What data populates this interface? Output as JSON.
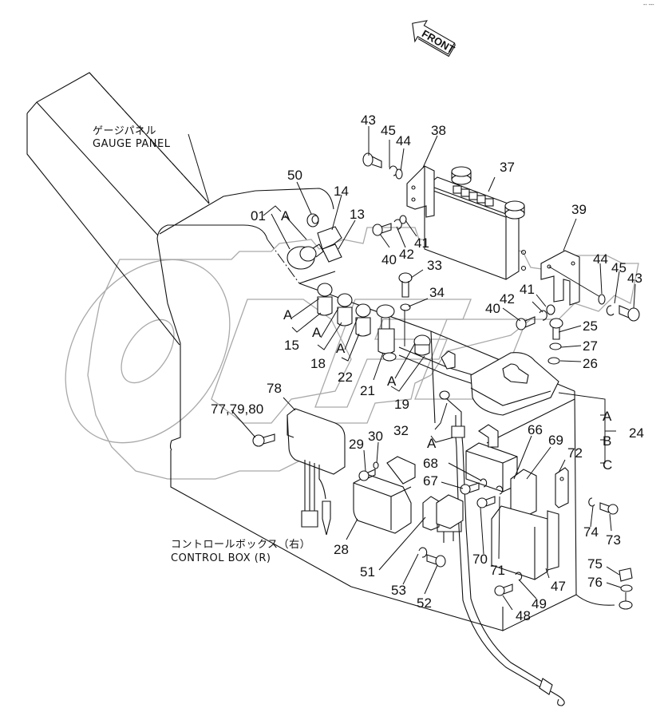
{
  "title": "Gauge Panel / Control Box (R) Electrical Parts Diagram",
  "orientation": {
    "label": "FRONT"
  },
  "watermark": {
    "text": "OPF",
    "color": "#a9a9a9"
  },
  "labels": {
    "gauge_panel_jp": "ゲージパネル",
    "gauge_panel_en": "GAUGE  PANEL",
    "control_box_jp": "コントロールボックス（右）",
    "control_box_en": "CONTROL  BOX (R)"
  },
  "corner_mark": "-- ---",
  "callouts": [
    {
      "id": "43a",
      "text": "43"
    },
    {
      "id": "45a",
      "text": "45"
    },
    {
      "id": "44a",
      "text": "44"
    },
    {
      "id": "38",
      "text": "38"
    },
    {
      "id": "37",
      "text": "37"
    },
    {
      "id": "50",
      "text": "50"
    },
    {
      "id": "14",
      "text": "14"
    },
    {
      "id": "01",
      "text": "01"
    },
    {
      "id": "A01",
      "text": "A"
    },
    {
      "id": "13",
      "text": "13"
    },
    {
      "id": "40a",
      "text": "40"
    },
    {
      "id": "42a",
      "text": "42"
    },
    {
      "id": "41a",
      "text": "41"
    },
    {
      "id": "39",
      "text": "39"
    },
    {
      "id": "44b",
      "text": "44"
    },
    {
      "id": "45b",
      "text": "45"
    },
    {
      "id": "43b",
      "text": "43"
    },
    {
      "id": "33",
      "text": "33"
    },
    {
      "id": "34",
      "text": "34"
    },
    {
      "id": "41b",
      "text": "41"
    },
    {
      "id": "42b",
      "text": "42"
    },
    {
      "id": "40b",
      "text": "40"
    },
    {
      "id": "25",
      "text": "25"
    },
    {
      "id": "27",
      "text": "27"
    },
    {
      "id": "26",
      "text": "26"
    },
    {
      "id": "A15",
      "text": "A"
    },
    {
      "id": "15",
      "text": "15"
    },
    {
      "id": "A18",
      "text": "A"
    },
    {
      "id": "18",
      "text": "18"
    },
    {
      "id": "A22",
      "text": "A"
    },
    {
      "id": "22",
      "text": "22"
    },
    {
      "id": "21",
      "text": "21"
    },
    {
      "id": "A19",
      "text": "A"
    },
    {
      "id": "19",
      "text": "19"
    },
    {
      "id": "78",
      "text": "78"
    },
    {
      "id": "77",
      "text": "77,79,80"
    },
    {
      "id": "32",
      "text": "32"
    },
    {
      "id": "A32",
      "text": "A"
    },
    {
      "id": "24A",
      "text": "A"
    },
    {
      "id": "24B",
      "text": "B"
    },
    {
      "id": "24C",
      "text": "C"
    },
    {
      "id": "24",
      "text": "24"
    },
    {
      "id": "66",
      "text": "66"
    },
    {
      "id": "69",
      "text": "69"
    },
    {
      "id": "72",
      "text": "72"
    },
    {
      "id": "29",
      "text": "29"
    },
    {
      "id": "30",
      "text": "30"
    },
    {
      "id": "68",
      "text": "68"
    },
    {
      "id": "67",
      "text": "67"
    },
    {
      "id": "74",
      "text": "74"
    },
    {
      "id": "73",
      "text": "73"
    },
    {
      "id": "70",
      "text": "70"
    },
    {
      "id": "71",
      "text": "71"
    },
    {
      "id": "28",
      "text": "28"
    },
    {
      "id": "51",
      "text": "51"
    },
    {
      "id": "47",
      "text": "47"
    },
    {
      "id": "75",
      "text": "75"
    },
    {
      "id": "76",
      "text": "76"
    },
    {
      "id": "53",
      "text": "53"
    },
    {
      "id": "52",
      "text": "52"
    },
    {
      "id": "49",
      "text": "49"
    },
    {
      "id": "48",
      "text": "48"
    }
  ]
}
